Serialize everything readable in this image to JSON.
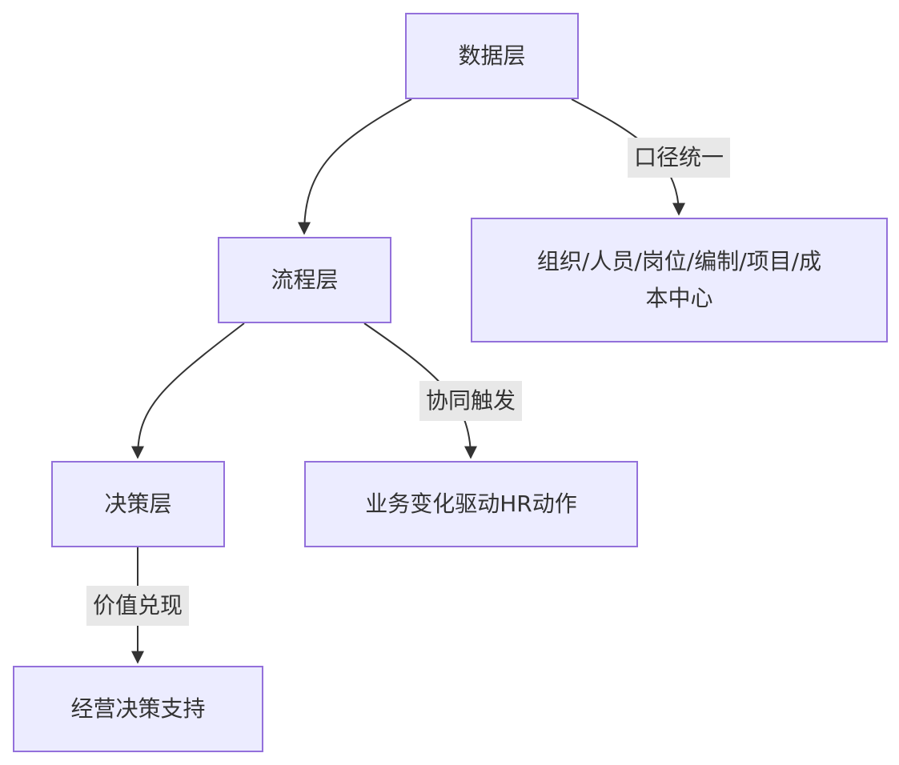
{
  "colors": {
    "node_fill": "#ececff",
    "node_border": "#9370db",
    "edge": "#333333",
    "edge_label_bg": "#e8e8e8",
    "text": "#333333"
  },
  "nodes": {
    "data_layer": "数据层",
    "process_layer": "流程层",
    "decision_layer": "决策层",
    "unified_entities": "组织/人员/岗位/编制/项目/成本中心",
    "business_hr_actions": "业务变化驱动HR动作",
    "business_decision_support": "经营决策支持"
  },
  "edges": [
    {
      "from": "data_layer",
      "to": "process_layer",
      "label": ""
    },
    {
      "from": "data_layer",
      "to": "unified_entities",
      "label": "口径统一"
    },
    {
      "from": "process_layer",
      "to": "decision_layer",
      "label": ""
    },
    {
      "from": "process_layer",
      "to": "business_hr_actions",
      "label": "协同触发"
    },
    {
      "from": "decision_layer",
      "to": "business_decision_support",
      "label": "价值兑现"
    }
  ],
  "edge_labels": {
    "unify_caliber": "口径统一",
    "collaborative_trigger": "协同触发",
    "value_realization": "价值兑现"
  }
}
